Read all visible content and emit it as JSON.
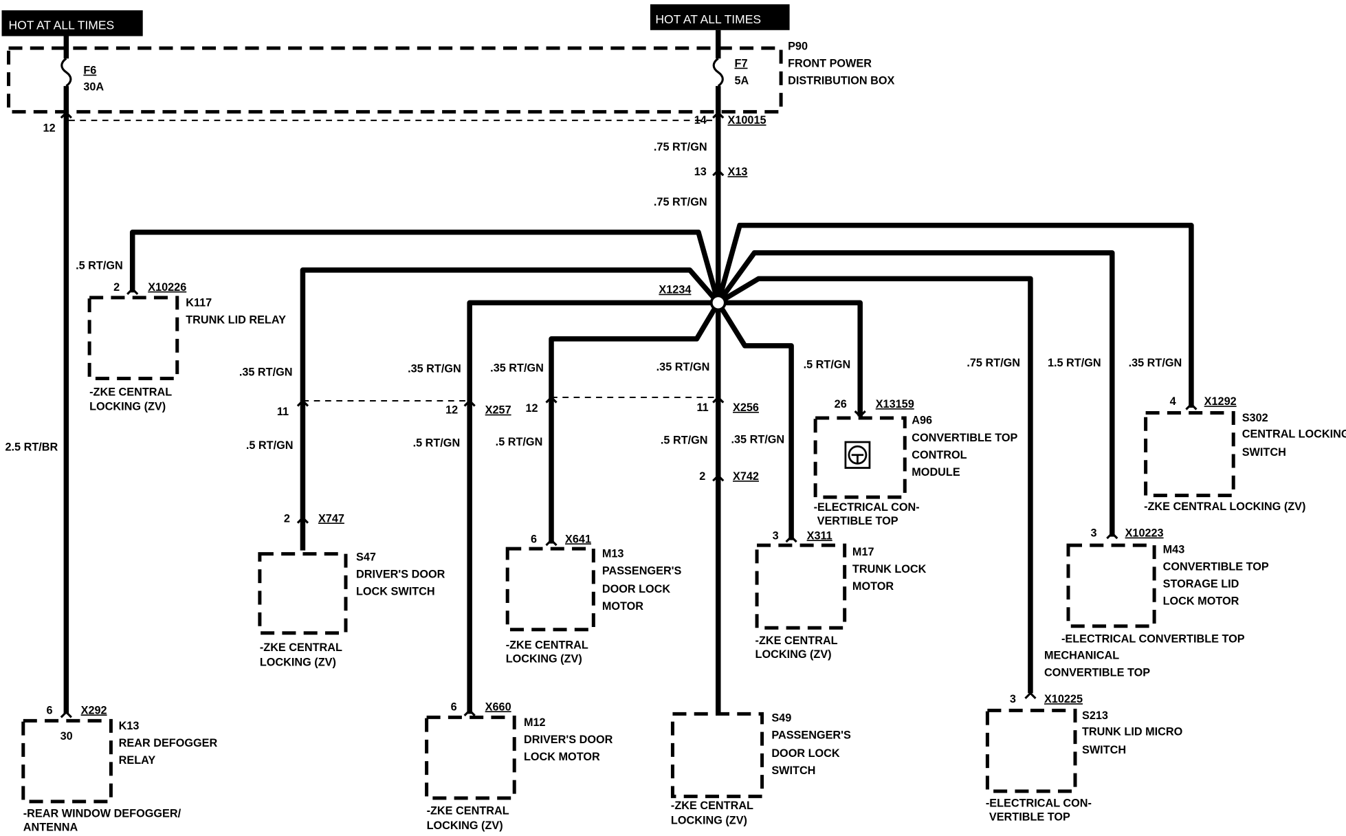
{
  "badges": {
    "left": "HOT AT ALL TIMES",
    "center": "HOT AT ALL TIMES"
  },
  "power_box": {
    "id": "P90",
    "line1": "FRONT POWER",
    "line2": "DISTRIBUTION BOX",
    "fuse_f6": {
      "name": "F6",
      "rating": "30A"
    },
    "fuse_f7": {
      "name": "F7",
      "rating": "5A"
    }
  },
  "feed": {
    "pin_12": "12",
    "wire_left": "2.5 RT/BR",
    "pin_14": "14",
    "conn_x10015": "X10015",
    "wire_1": ".75 RT/GN",
    "pin_13": "13",
    "conn_x13": "X13",
    "wire_2": ".75 RT/GN",
    "splice": "X1234"
  },
  "k117": {
    "wire": ".5 RT/GN",
    "pin": "2",
    "conn": "X10226",
    "id": "K117",
    "name": "TRUNK LID RELAY",
    "sys1": "-ZKE CENTRAL",
    "sys2": "LOCKING (ZV)"
  },
  "k13": {
    "pin": "6",
    "conn": "X292",
    "id": "K13",
    "name1": "REAR DEFOGGER",
    "name2": "RELAY",
    "term": "30",
    "sys1": "-REAR WINDOW DEFOGGER/",
    "sys2": "ANTENNA"
  },
  "branch_s47": {
    "wire_top": ".35 RT/GN",
    "pin_11": "11",
    "wire_bot": ".5 RT/GN",
    "pin": "2",
    "conn": "X747"
  },
  "s47": {
    "id": "S47",
    "name1": "DRIVER'S DOOR",
    "name2": "LOCK SWITCH",
    "sys1": "-ZKE CENTRAL",
    "sys2": "LOCKING (ZV)"
  },
  "branch_m12": {
    "wire_top": ".35 RT/GN",
    "pin_12": "12",
    "conn_x257": "X257",
    "wire_bot": ".5 RT/GN",
    "pin": "6",
    "conn": "X660"
  },
  "m12": {
    "id": "M12",
    "name1": "DRIVER'S DOOR",
    "name2": "LOCK MOTOR",
    "sys1": "-ZKE CENTRAL",
    "sys2": "LOCKING (ZV)"
  },
  "branch_m13": {
    "wire_top": ".35 RT/GN",
    "pin_12": "12",
    "wire_bot": ".5 RT/GN",
    "pin": "6",
    "conn": "X641"
  },
  "m13": {
    "id": "M13",
    "name1": "PASSENGER'S",
    "name2": "DOOR LOCK",
    "name3": "MOTOR",
    "sys1": "-ZKE CENTRAL",
    "sys2": "LOCKING (ZV)"
  },
  "branch_s49": {
    "wire_top": ".35 RT/GN",
    "pin_11": "11",
    "conn_x256": "X256",
    "wire_bot": ".5 RT/GN",
    "pin_2": "2",
    "conn_x742": "X742"
  },
  "s49": {
    "id": "S49",
    "name1": "PASSENGER'S",
    "name2": "DOOR LOCK",
    "name3": "SWITCH",
    "sys1": "-ZKE CENTRAL",
    "sys2": "LOCKING (ZV)"
  },
  "branch_m17": {
    "wire": ".35 RT/GN",
    "pin": "3",
    "conn": "X311"
  },
  "m17": {
    "id": "M17",
    "name1": "TRUNK LOCK",
    "name2": "MOTOR",
    "sys1": "-ZKE CENTRAL",
    "sys2": "LOCKING (ZV)"
  },
  "a96": {
    "wire": ".5 RT/GN",
    "pin": "26",
    "conn": "X13159",
    "id": "A96",
    "name1": "CONVERTIBLE TOP",
    "name2": "CONTROL",
    "name3": "MODULE",
    "sys1": "-ELECTRICAL CON-",
    "sys2": "VERTIBLE TOP"
  },
  "s213": {
    "wire": ".75 RT/GN",
    "pin": "3",
    "conn": "X10225",
    "id": "S213",
    "name1": "TRUNK LID MICRO",
    "name2": "SWITCH",
    "above1": "MECHANICAL",
    "above2": "CONVERTIBLE TOP",
    "sys1": "-ELECTRICAL CON-",
    "sys2": "VERTIBLE TOP"
  },
  "m43": {
    "wire": "1.5 RT/GN",
    "pin": "3",
    "conn": "X10223",
    "id": "M43",
    "name1": "CONVERTIBLE TOP",
    "name2": "STORAGE LID",
    "name3": "LOCK MOTOR",
    "sys": "-ELECTRICAL CONVERTIBLE TOP"
  },
  "s302": {
    "wire": ".35 RT/GN",
    "pin": "4",
    "conn": "X1292",
    "id": "S302",
    "name1": "CENTRAL LOCKING",
    "name2": "SWITCH",
    "sys": "-ZKE CENTRAL LOCKING (ZV)"
  }
}
